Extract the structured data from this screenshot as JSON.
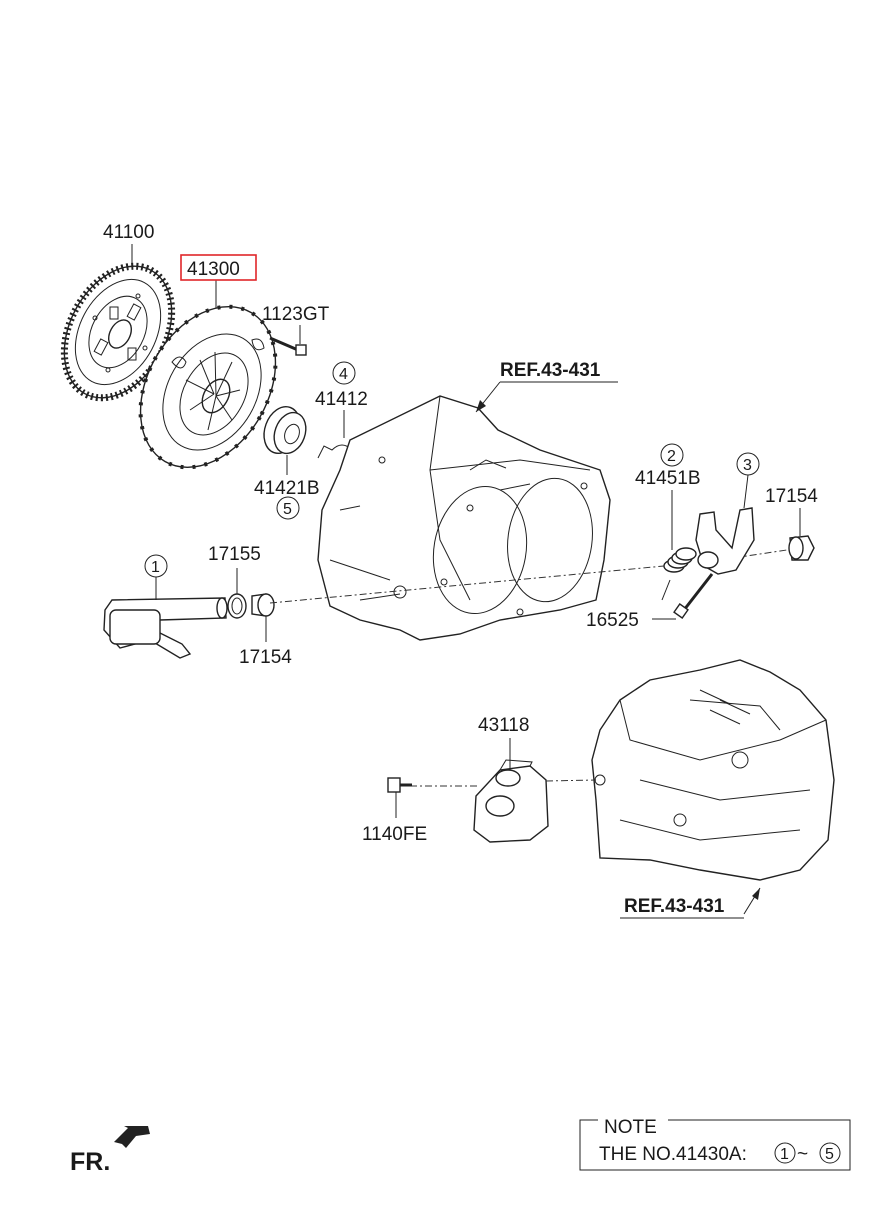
{
  "parts": {
    "p41100": "41100",
    "p41300": "41300",
    "p1123GT": "1123GT",
    "p41412": "41412",
    "p41421B": "41421B",
    "p41451B": "41451B",
    "p17154_right": "17154",
    "p17155": "17155",
    "p17154_left": "17154",
    "p16525": "16525",
    "p43118": "43118",
    "p1140FE": "1140FE"
  },
  "references": {
    "ref_top": "REF.43-431",
    "ref_bottom": "REF.43-431"
  },
  "callouts": {
    "c1": "1",
    "c2": "2",
    "c3": "3",
    "c4": "4",
    "c5": "5"
  },
  "highlighted_part": "41300",
  "direction": {
    "label": "FR."
  },
  "note": {
    "title": "NOTE",
    "text": "THE NO.41430A:",
    "range_start": "1",
    "range_sep": "~",
    "range_end": "5"
  },
  "colors": {
    "highlight": "#e0262a",
    "line": "#222222"
  }
}
